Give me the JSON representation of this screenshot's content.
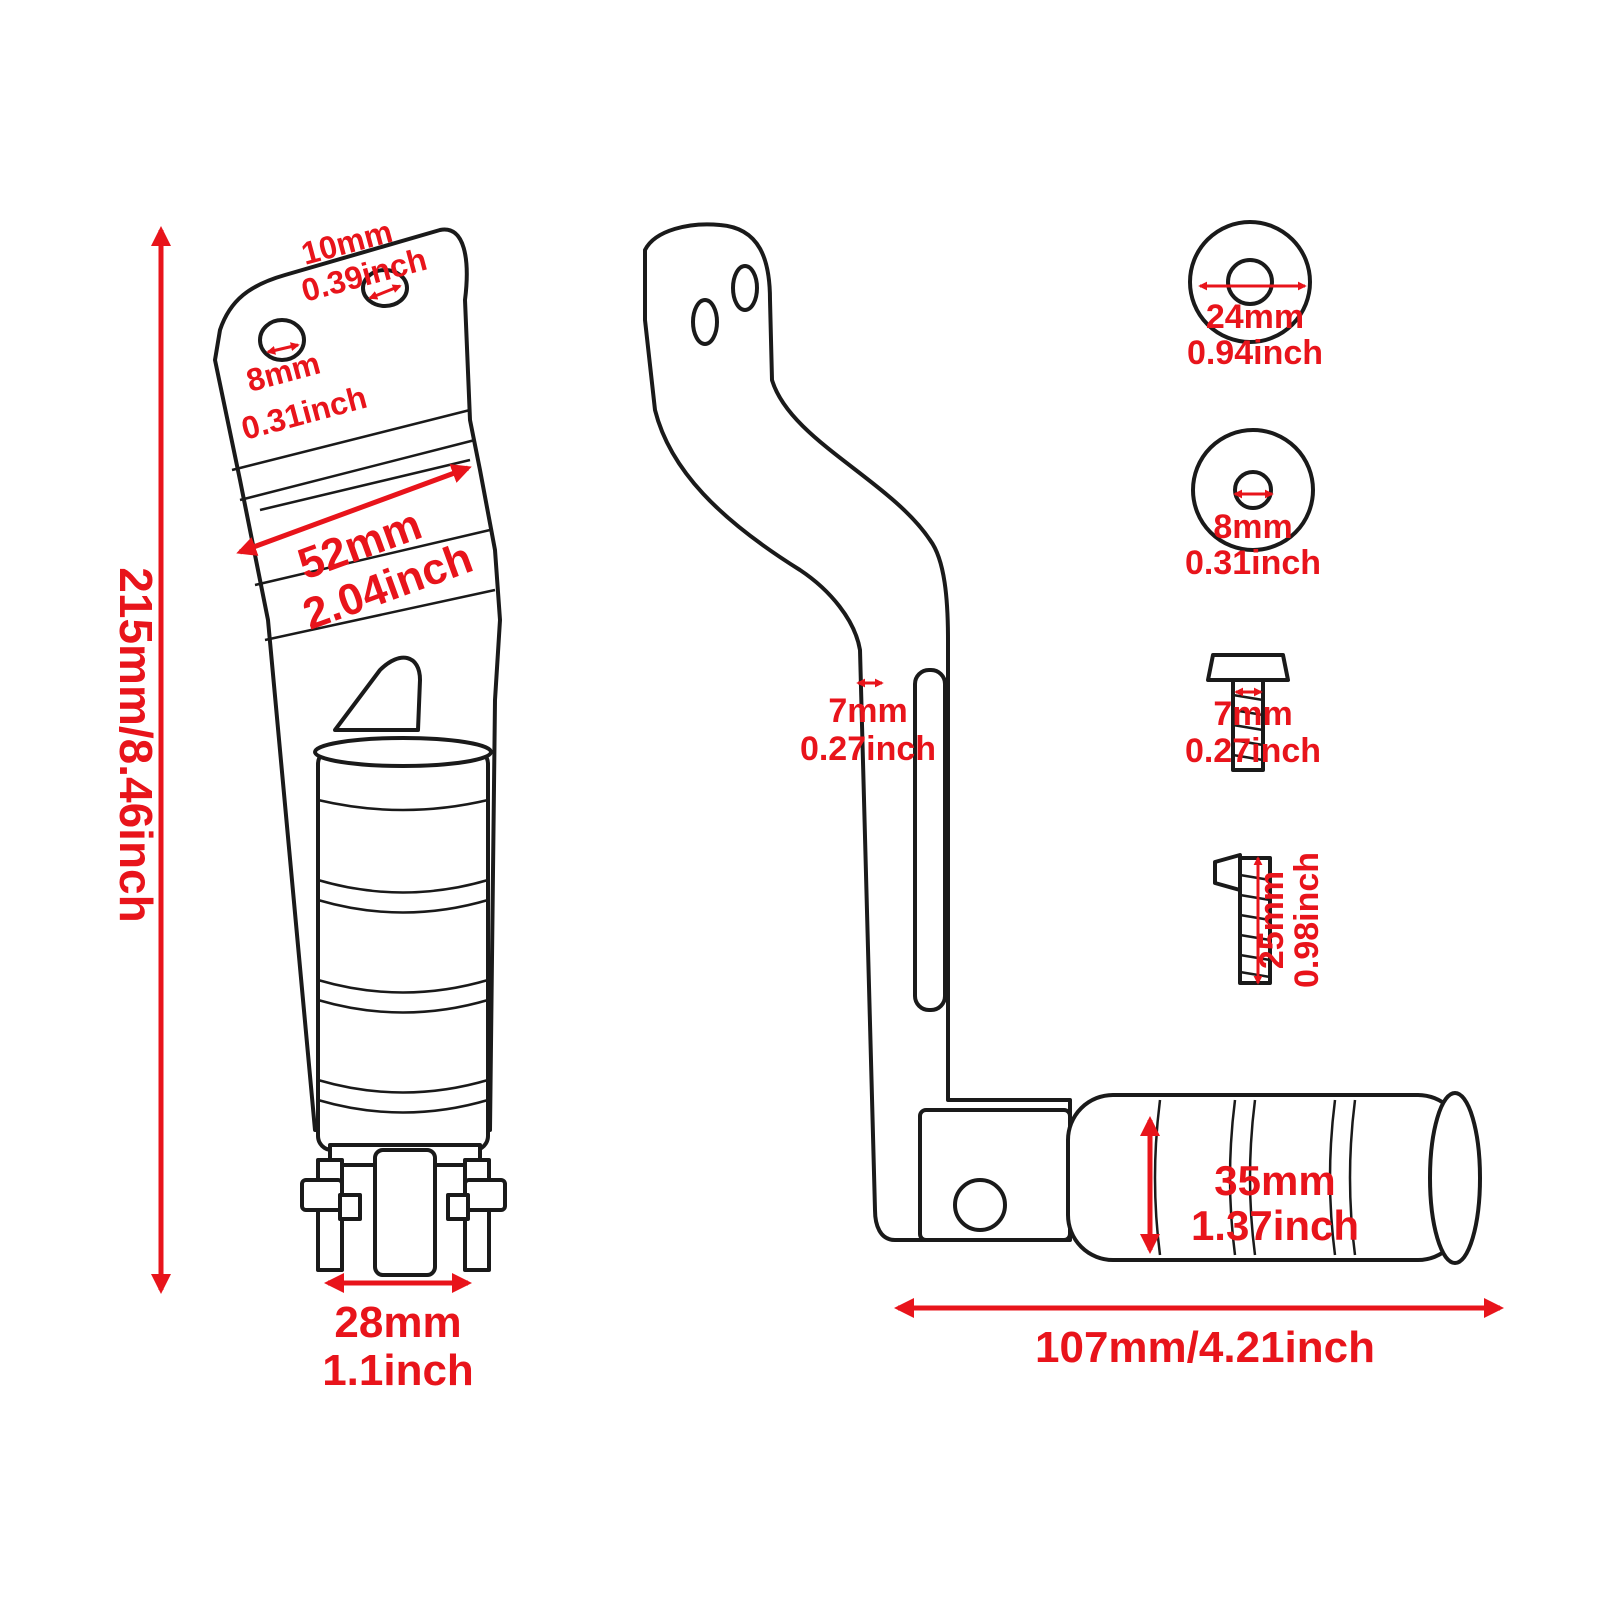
{
  "colors": {
    "dimension": "#e8141b",
    "outline": "#1a1a1a",
    "background": "#ffffff"
  },
  "dimensions": {
    "overall_height": "215mm/8.46inch",
    "slot_width_mm": "10mm",
    "slot_width_in": "0.39inch",
    "hole_mm": "8mm",
    "hole_in": "0.31inch",
    "bracket_width_mm": "52mm",
    "bracket_width_in": "2.04inch",
    "peg_base_mm": "28mm",
    "peg_base_in": "1.1inch",
    "slot_gap_mm": "7mm",
    "slot_gap_in": "0.27inch",
    "peg_diameter_mm": "35mm",
    "peg_diameter_in": "1.37inch",
    "overall_width": "107mm/4.21inch",
    "washer_large_mm": "24mm",
    "washer_large_in": "0.94inch",
    "washer_hole_mm": "8mm",
    "washer_hole_in": "0.31inch",
    "bolt_short_mm": "7mm",
    "bolt_short_in": "0.27inch",
    "bolt_long_mm": "25mm",
    "bolt_long_in": "0.98inch"
  }
}
